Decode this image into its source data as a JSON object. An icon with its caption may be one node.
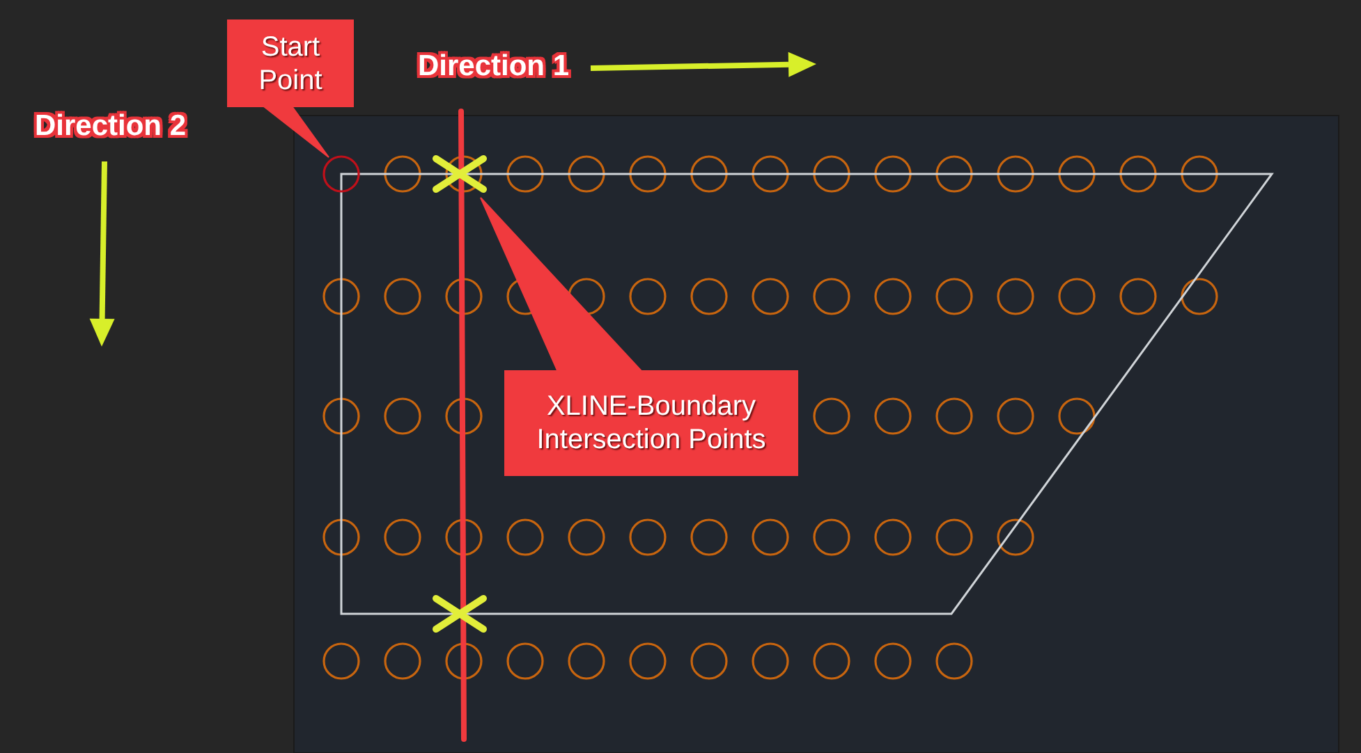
{
  "diagram": {
    "nodes": [
      {
        "text": [
          "Start Point"
        ]
      },
      {
        "text": [],
        "shape": "circle"
      },
      {
        "text": [
          "XLINE-Boundary Intersection Points"
        ]
      },
      {
        "text": [],
        "shape": "cross"
      },
      {
        "text": [],
        "shape": "cross"
      }
    ],
    "edges": [
      {
        "from": 0,
        "to": 1,
        "arrow": "none"
      },
      {
        "from": 2,
        "to": 3,
        "arrow": "none"
      }
    ],
    "labels": [
      "Direction 1",
      "Direction 2"
    ]
  }
}
